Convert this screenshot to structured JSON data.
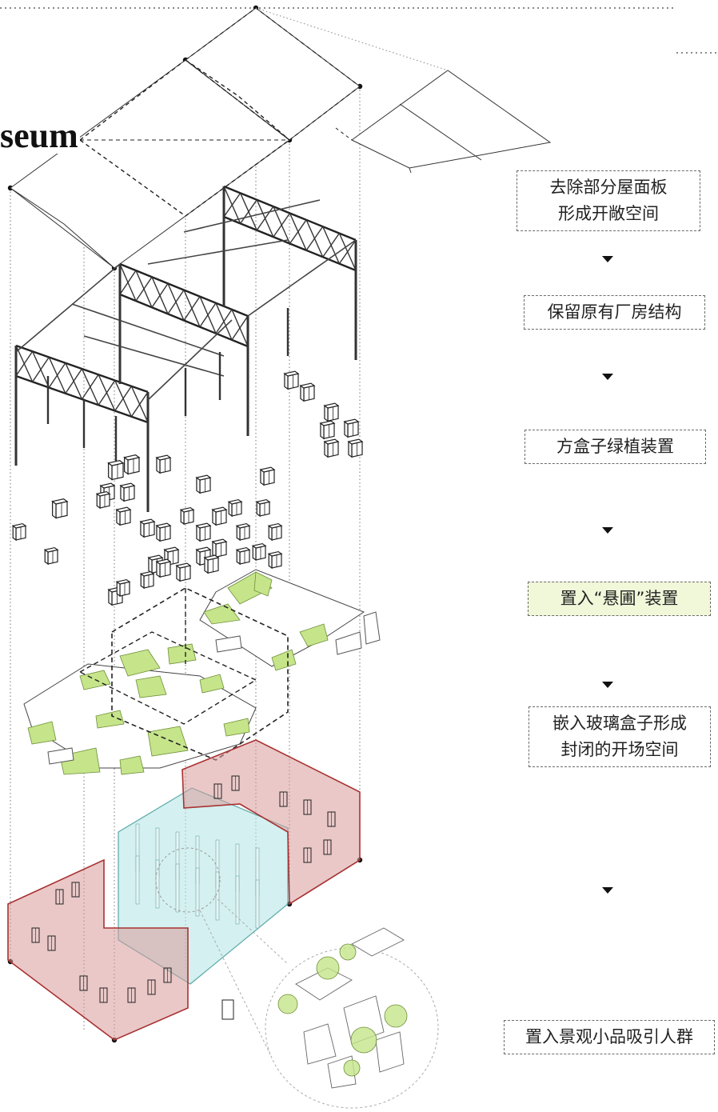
{
  "diagram": {
    "title_fragment": "seum",
    "colors": {
      "line": "#333333",
      "dash": "#222222",
      "green_accent": "#c6e58a",
      "red_facade": "#d99a9a",
      "red_stroke": "#a83232",
      "cyan_volume": "#b8e6e6",
      "cyan_stroke": "#5aa8a8",
      "step_highlight": "#f1f7d9"
    },
    "layers": [
      {
        "name": "roof-panels-layer"
      },
      {
        "name": "truss-structure-layer"
      },
      {
        "name": "planter-boxes-layer"
      },
      {
        "name": "suspended-platform-layer"
      },
      {
        "name": "enclosed-building-layer"
      },
      {
        "name": "landscape-detail-circle"
      }
    ],
    "steps": [
      {
        "lines": [
          "去除部分屋面板",
          "形成开敞空间"
        ],
        "highlight": false
      },
      {
        "lines": [
          "保留原有厂房结构"
        ],
        "highlight": false
      },
      {
        "lines": [
          "方盒子绿植装置"
        ],
        "highlight": false
      },
      {
        "lines": [
          "置入“悬圃”装置"
        ],
        "highlight": true
      },
      {
        "lines": [
          "嵌入玻璃盒子形成",
          "封闭的开场空间"
        ],
        "highlight": false
      },
      {
        "lines": [
          "置入景观小品吸引人群"
        ],
        "highlight": false
      }
    ],
    "arrow_icon": "down-triangle-icon"
  }
}
